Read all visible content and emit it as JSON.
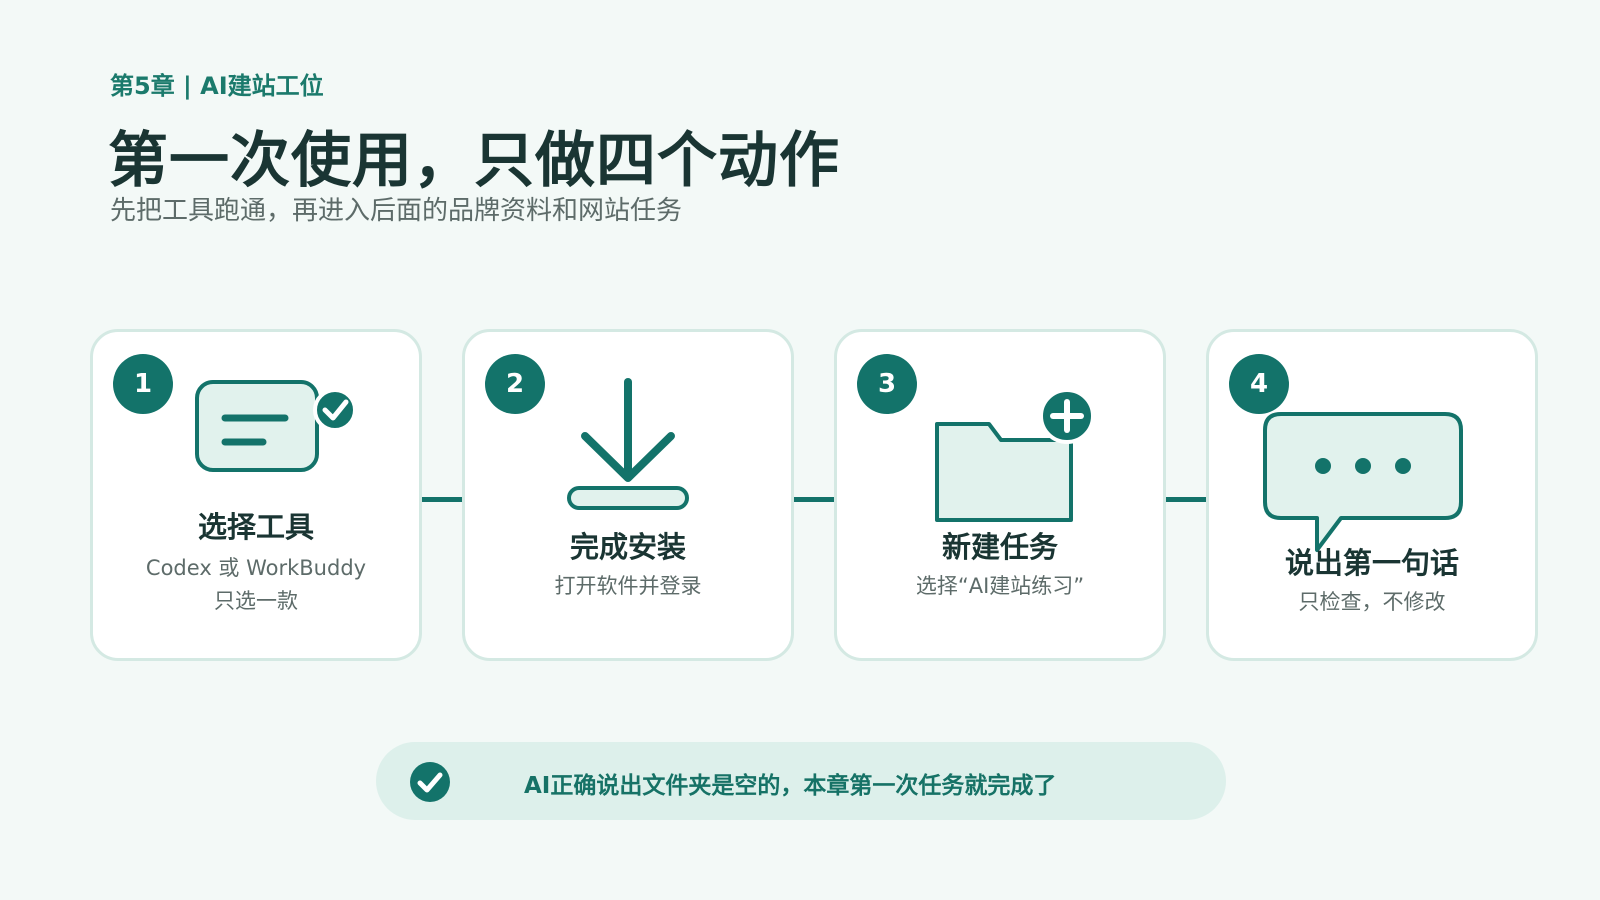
{
  "header": {
    "chapter": "第5章 | AI建站工位",
    "title": "第一次使用，只做四个动作",
    "subtitle": "先把工具跑通，再进入后面的品牌资料和网站任务"
  },
  "steps": [
    {
      "number": "1",
      "icon": "chat-window-check-icon",
      "title": "选择工具",
      "desc_line1": "Codex 或 WorkBuddy",
      "desc_line2": "只选一款"
    },
    {
      "number": "2",
      "icon": "download-icon",
      "title": "完成安装",
      "desc_line1": "打开软件并登录"
    },
    {
      "number": "3",
      "icon": "folder-plus-icon",
      "title": "新建任务",
      "desc_line1": "选择“AI建站练习”"
    },
    {
      "number": "4",
      "icon": "speech-bubble-icon",
      "title": "说出第一句话",
      "desc_line1": "只检查，不修改"
    }
  ],
  "note": {
    "icon": "check-circle-icon",
    "text": "AI正确说出文件夹是空的，本章第一次任务就完成了"
  },
  "colors": {
    "accent": "#13736a",
    "background": "#f3f9f7",
    "card_border": "#d4e9e3",
    "icon_fill": "#e1f2ed",
    "note_bg": "#ddf0eb"
  }
}
